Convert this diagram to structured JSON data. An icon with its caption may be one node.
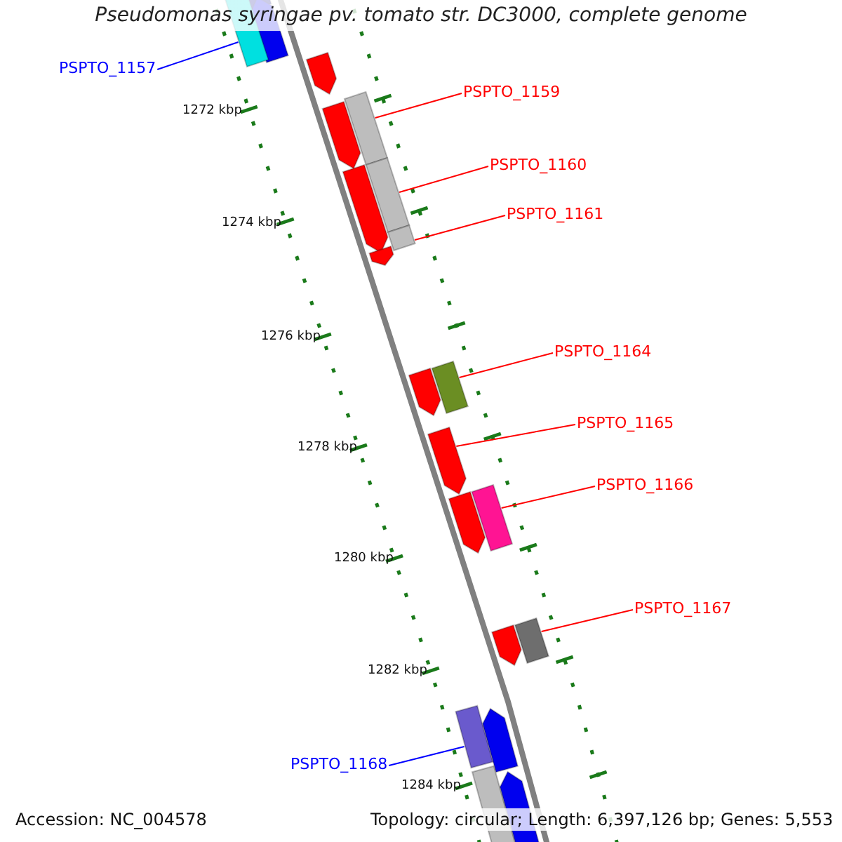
{
  "diagram": {
    "title": "Pseudomonas syringae pv. tomato str. DC3000, complete genome",
    "nodes": [
      {
        "text": [
          "PSPTO_1157"
        ]
      },
      {
        "text": [],
        "shape": "bar"
      },
      {
        "text": [
          "PSPTO_1159"
        ]
      },
      {
        "text": [],
        "shape": "bar"
      },
      {
        "text": [
          "PSPTO_1160"
        ]
      },
      {
        "text": [],
        "shape": "bar"
      },
      {
        "text": [
          "PSPTO_1161"
        ]
      },
      {
        "text": [],
        "shape": "bar"
      },
      {
        "text": [
          "PSPTO_1164"
        ]
      },
      {
        "text": [],
        "shape": "bar"
      },
      {
        "text": [
          "PSPTO_1165"
        ]
      },
      {
        "text": [],
        "shape": "arrow"
      },
      {
        "text": [
          "PSPTO_1166"
        ]
      },
      {
        "text": [],
        "shape": "bar"
      },
      {
        "text": [
          "PSPTO_1167"
        ]
      },
      {
        "text": [],
        "shape": "bar"
      },
      {
        "text": [
          "PSPTO_1168"
        ]
      },
      {
        "text": [],
        "shape": "bar"
      }
    ],
    "edges": [
      {
        "from": 0,
        "to": 1,
        "arrow": "none",
        "color": "#0000ff"
      },
      {
        "from": 2,
        "to": 3,
        "arrow": "none"
      },
      {
        "from": 4,
        "to": 5,
        "arrow": "none"
      },
      {
        "from": 6,
        "to": 7,
        "arrow": "none"
      },
      {
        "from": 8,
        "to": 9,
        "arrow": "none"
      },
      {
        "from": 10,
        "to": 11,
        "arrow": "none"
      },
      {
        "from": 12,
        "to": 13,
        "arrow": "none"
      },
      {
        "from": 14,
        "to": 15,
        "arrow": "none"
      },
      {
        "from": 16,
        "to": 17,
        "arrow": "none",
        "color": "#0000ff"
      }
    ],
    "labels": [
      "1272 kbp",
      "1274 kbp",
      "1276 kbp",
      "1278 kbp",
      "1280 kbp",
      "1282 kbp",
      "1284 kbp",
      "Accession: NC_004578",
      "Topology: circular; Length: 6,397,126 bp; Genes: 5,553"
    ]
  }
}
